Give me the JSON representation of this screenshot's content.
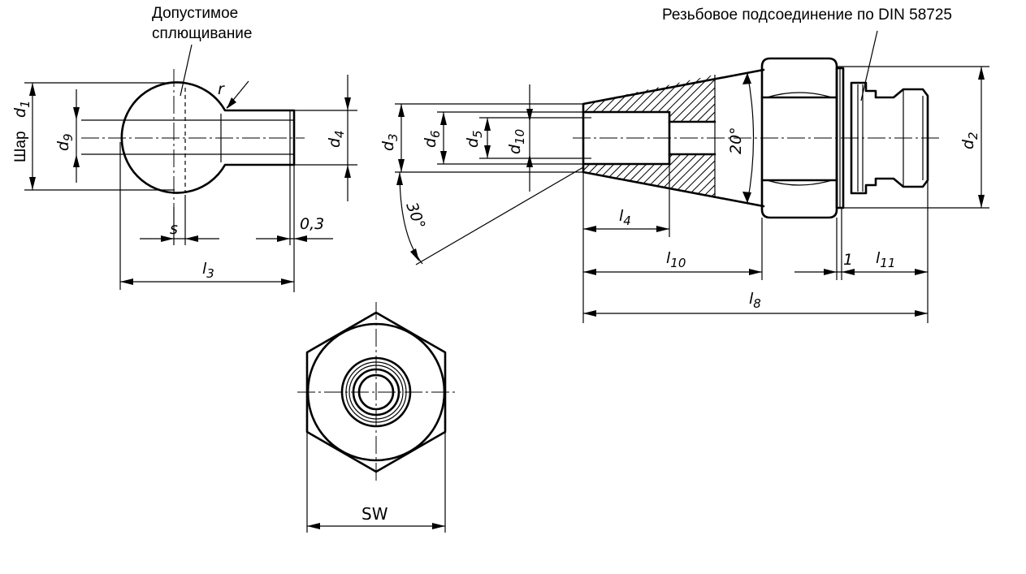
{
  "notes": {
    "flattening_line1": "Допустимое",
    "flattening_line2": "сплющивание",
    "thread": "Резьбовое подсоединение по DIN 58725",
    "ball": "Шар"
  },
  "labels": {
    "d1": {
      "main": "d",
      "sub": "1"
    },
    "d9": {
      "main": "d",
      "sub": "9"
    },
    "d4": {
      "main": "d",
      "sub": "4"
    },
    "d3": {
      "main": "d",
      "sub": "3"
    },
    "d6": {
      "main": "d",
      "sub": "6"
    },
    "d5": {
      "main": "d",
      "sub": "5"
    },
    "d10": {
      "main": "d",
      "sub": "10"
    },
    "d2": {
      "main": "d",
      "sub": "2"
    },
    "l3": {
      "main": "l",
      "sub": "3"
    },
    "l4": {
      "main": "l",
      "sub": "4"
    },
    "l10": {
      "main": "l",
      "sub": "10"
    },
    "l8": {
      "main": "l",
      "sub": "8"
    },
    "l11": {
      "main": "l",
      "sub": "11"
    },
    "r": "r",
    "s": "s",
    "dim_03": "0,3",
    "dim_1": "1",
    "angle_20": "20°",
    "angle_30": "30°",
    "sw": "SW"
  }
}
